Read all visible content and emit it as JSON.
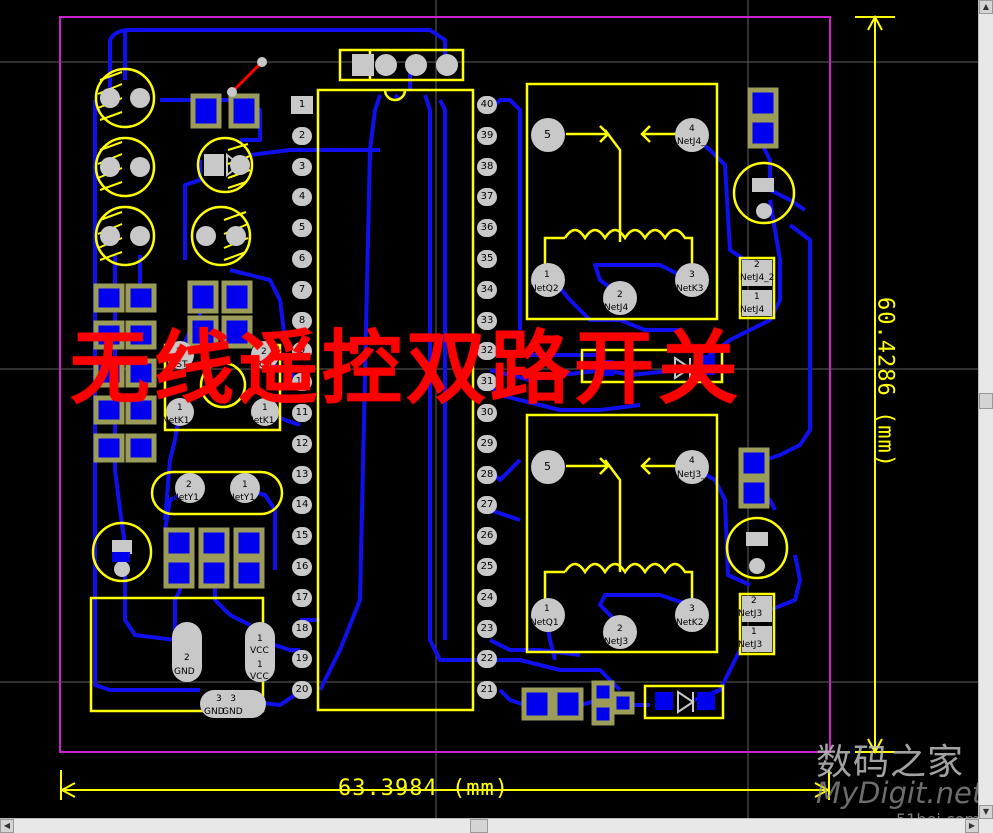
{
  "title_overlay": "无线遥控双路开关",
  "dimensions": {
    "width_label": "63.3984 (mm)",
    "height_label": "60.4286 (mm)"
  },
  "watermark": {
    "line1": "数码之家",
    "line2": "MyDigit.net",
    "line3": "51hei.com"
  },
  "ic": {
    "left_pins": [
      "1",
      "2",
      "3",
      "4",
      "5",
      "6",
      "7",
      "8",
      "9",
      "10",
      "11",
      "12",
      "13",
      "14",
      "15",
      "16",
      "17",
      "18",
      "19",
      "20"
    ],
    "right_pins": [
      "40",
      "39",
      "38",
      "37",
      "36",
      "35",
      "34",
      "33",
      "32",
      "31",
      "30",
      "29",
      "28",
      "27",
      "26",
      "25",
      "24",
      "23",
      "22",
      "21"
    ]
  },
  "relays": [
    {
      "pin5": "5",
      "pin4": "4",
      "pin4_net": "NetJ4_",
      "pin1": "1",
      "pin1_net": "NetQ2",
      "pin2": "2",
      "pin2_net": "NetJ4",
      "pin3": "3",
      "pin3_net": "NetK3"
    },
    {
      "pin5": "5",
      "pin4": "4",
      "pin4_net": "NetJ3_",
      "pin1": "1",
      "pin1_net": "NetQ1",
      "pin2": "2",
      "pin2_net": "NetJ3",
      "pin3": "3",
      "pin3_net": "NetK2"
    }
  ],
  "labels": {
    "rst_a": "RST",
    "rst_b": "RST",
    "rst_a_num": "2",
    "rst_b_num": "2",
    "netk1_a": "NetK1",
    "netk1_b": "NetK1",
    "netk1_a_num": "1",
    "netk1_b_num": "1",
    "xtal_a": "NetY1",
    "xtal_b": "NetY1",
    "xtal_a_num": "2",
    "xtal_b_num": "1",
    "gnd_a": "GND",
    "gnd_b": "GND",
    "gnd_c": "GND",
    "gnd_a_num": "2",
    "gnd_bc_num": "3   3",
    "vcc_a": "VCC",
    "vcc_b": "VCC",
    "vcc_a_num": "1",
    "vcc_b_num": "1",
    "netj4_a": "NetJ4_2",
    "netj4_b": "NetJ4",
    "netj4_a_num": "2",
    "netj4_b_num": "1",
    "netj3_a": "NetJ3",
    "netj3_b": "NetJ3",
    "netj3_a_num": "2",
    "netj3_b_num": "1"
  },
  "colors": {
    "background": "#000000",
    "board_outline": "#cc22cc",
    "silkscreen": "#ffff00",
    "trace": "#1010ee",
    "pad": "#c8c8c8",
    "overlay_text": "#ff0000"
  }
}
